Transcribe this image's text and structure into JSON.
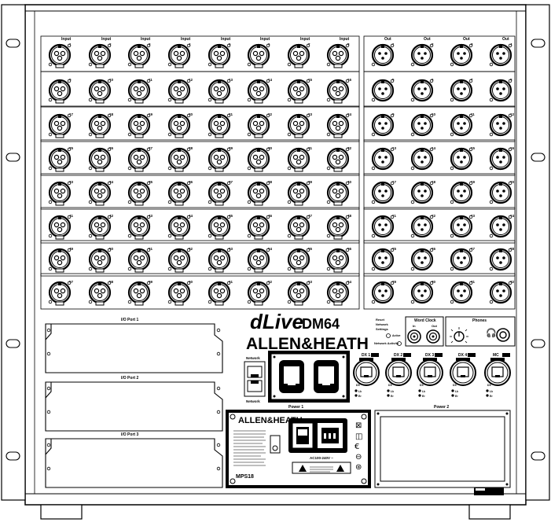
{
  "inputs": {
    "header_label": "Input",
    "numbers": [
      "1",
      "2",
      "3",
      "4",
      "5",
      "6",
      "7",
      "8",
      "9",
      "10",
      "11",
      "12",
      "13",
      "14",
      "15",
      "16",
      "17",
      "18",
      "19",
      "20",
      "21",
      "22",
      "23",
      "24",
      "25",
      "26",
      "27",
      "28",
      "29",
      "30",
      "31",
      "32",
      "33",
      "34",
      "35",
      "36",
      "37",
      "38",
      "39",
      "40",
      "41",
      "42",
      "43",
      "44",
      "45",
      "46",
      "47",
      "48",
      "49",
      "50",
      "51",
      "52",
      "53",
      "54",
      "55",
      "56",
      "57",
      "58",
      "59",
      "60",
      "61",
      "62",
      "63",
      "64"
    ]
  },
  "outputs": {
    "header_label": "Out",
    "numbers": [
      "1",
      "2",
      "3",
      "4",
      "5",
      "6",
      "7",
      "8",
      "9",
      "10",
      "11",
      "12",
      "13",
      "14",
      "15",
      "16",
      "17",
      "18",
      "19",
      "20",
      "21",
      "22",
      "23",
      "24",
      "25",
      "26",
      "27",
      "28",
      "29",
      "30",
      "31",
      "32"
    ]
  },
  "io_ports": [
    "I/O Port 1",
    "I/O Port 2",
    "I/O Port 3"
  ],
  "brand": {
    "logo": "dLive",
    "model": "DM64",
    "maker": "ALLEN&HEATH"
  },
  "network": {
    "label_top": "Network",
    "label_bottom": "Network"
  },
  "reset": {
    "label_lines": [
      "Reset",
      "Network",
      "Settings"
    ],
    "active_label": "Active",
    "status_label": "Network Activity"
  },
  "word_clock": {
    "title": "Word Clock",
    "in_label": "In",
    "out_label": "Out"
  },
  "phones": {
    "title": "Phones"
  },
  "gigaace": {
    "ports": [
      "DX 1",
      "DX 2",
      "DX 3",
      "DX 4"
    ],
    "mc_port": "MC",
    "sub_label": "DX",
    "link_label": "Lk",
    "err_label": "Er"
  },
  "power": {
    "power1_label": "Power 1",
    "power2_label": "Power 2",
    "psu_brand": "ALLEN&HEATH",
    "psu_model": "MPS18",
    "rating": "AC100-240V ~"
  }
}
